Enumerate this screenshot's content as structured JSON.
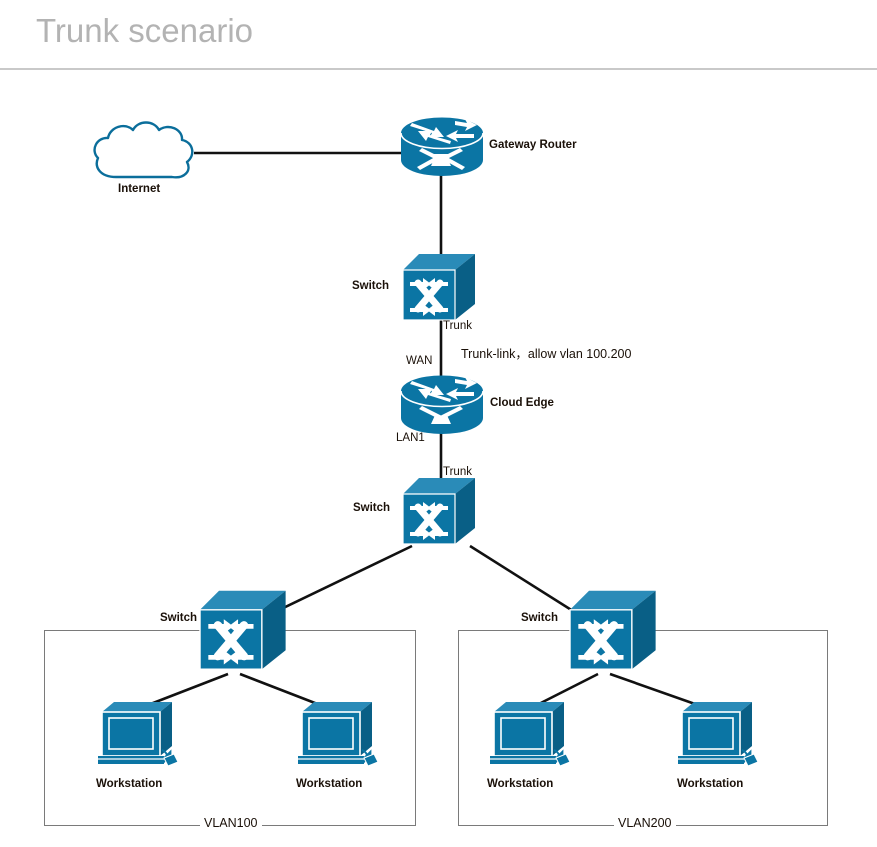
{
  "header": {
    "title": "Trunk scenario",
    "title_color": "#b3b3b3",
    "rule_color": "#c9c9c9"
  },
  "theme": {
    "device_blue": "#0b75a4",
    "device_blue_dark": "#095f86",
    "device_blue_light": "#2a8bb8",
    "link_color": "#111111",
    "box_border": "#7a7a7a",
    "text_color": "#1a1008"
  },
  "diagram": {
    "type": "network-topology",
    "nodes": [
      {
        "id": "internet",
        "kind": "cloud",
        "label": "Internet",
        "label_pos": "below"
      },
      {
        "id": "gw-router",
        "kind": "router",
        "label": "Gateway Router",
        "label_pos": "right"
      },
      {
        "id": "switch-top",
        "kind": "switch",
        "label": "Switch",
        "label_pos": "left"
      },
      {
        "id": "cloud-edge",
        "kind": "router",
        "label": "Cloud Edge",
        "label_pos": "right"
      },
      {
        "id": "switch-core",
        "kind": "switch",
        "label": "Switch",
        "label_pos": "left"
      },
      {
        "id": "switch-v100",
        "kind": "switch",
        "label": "Switch",
        "label_pos": "left"
      },
      {
        "id": "switch-v200",
        "kind": "switch",
        "label": "Switch",
        "label_pos": "left"
      },
      {
        "id": "ws-v100-a",
        "kind": "workstation",
        "label": "Workstation",
        "label_pos": "below"
      },
      {
        "id": "ws-v100-b",
        "kind": "workstation",
        "label": "Workstation",
        "label_pos": "below"
      },
      {
        "id": "ws-v200-a",
        "kind": "workstation",
        "label": "Workstation",
        "label_pos": "below"
      },
      {
        "id": "ws-v200-b",
        "kind": "workstation",
        "label": "Workstation",
        "label_pos": "below"
      }
    ],
    "port_labels": [
      {
        "id": "trunk-top",
        "text": "Trunk"
      },
      {
        "id": "wan",
        "text": "WAN"
      },
      {
        "id": "lan1",
        "text": "LAN1"
      },
      {
        "id": "trunk-core",
        "text": "Trunk"
      }
    ],
    "annotations": [
      {
        "id": "trunk-note",
        "text": "Trunk-link，allow vlan 100.200"
      }
    ],
    "zones": [
      {
        "id": "vlan100",
        "label": "VLAN100"
      },
      {
        "id": "vlan200",
        "label": "VLAN200"
      }
    ],
    "links": [
      {
        "from": "internet",
        "to": "gw-router"
      },
      {
        "from": "gw-router",
        "to": "switch-top"
      },
      {
        "from": "switch-top",
        "to": "cloud-edge"
      },
      {
        "from": "cloud-edge",
        "to": "switch-core"
      },
      {
        "from": "switch-core",
        "to": "switch-v100"
      },
      {
        "from": "switch-core",
        "to": "switch-v200"
      },
      {
        "from": "switch-v100",
        "to": "ws-v100-a"
      },
      {
        "from": "switch-v100",
        "to": "ws-v100-b"
      },
      {
        "from": "switch-v200",
        "to": "ws-v200-a"
      },
      {
        "from": "switch-v200",
        "to": "ws-v200-b"
      }
    ]
  }
}
